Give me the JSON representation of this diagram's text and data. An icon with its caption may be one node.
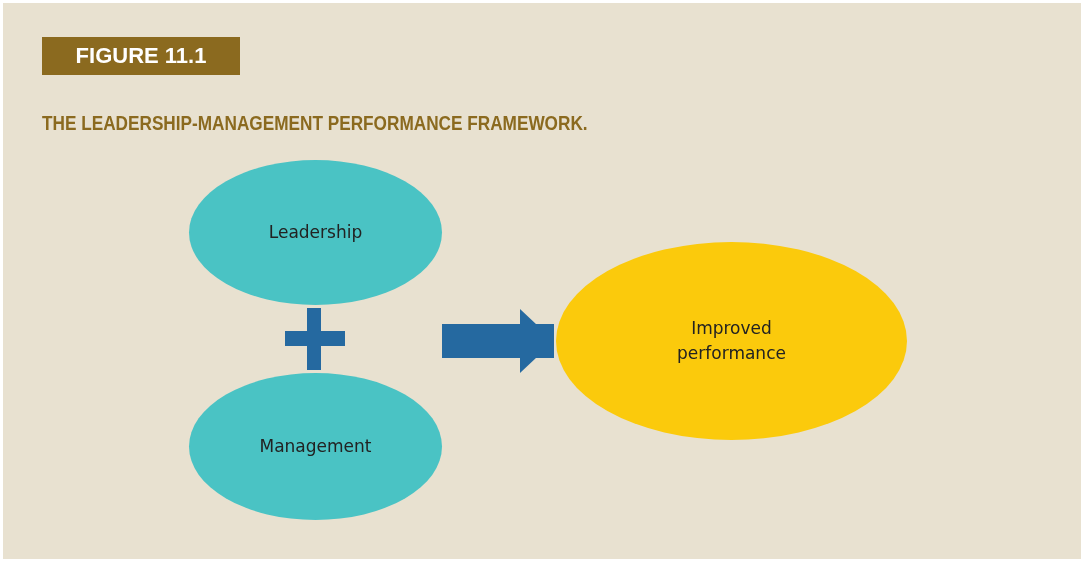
{
  "diagram": {
    "title": "THE LEADERSHIP-MANAGEMENT PERFORMANCE FRAMEWORK.",
    "nodes": [
      {
        "text": [
          "Leadership"
        ]
      },
      {
        "text": [
          "Management"
        ]
      },
      {
        "text": [
          "Improved performance"
        ]
      }
    ],
    "edges": [
      {
        "from": null,
        "to": 2,
        "arrow": "to"
      }
    ],
    "labels": [
      "FIGURE 11.1"
    ]
  }
}
